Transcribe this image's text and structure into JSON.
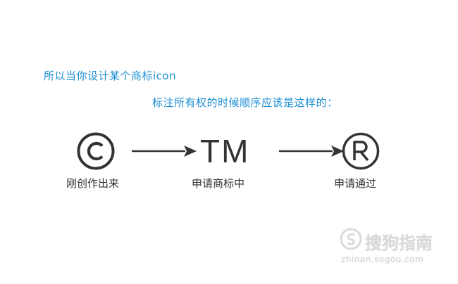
{
  "heading": {
    "line1": "所以当你设计某个商标icon",
    "line2": "标注所有权的时候顺序应该是这样的："
  },
  "stages": [
    {
      "symbol": "©",
      "label": "刚创作出来",
      "icon": "copyright-icon"
    },
    {
      "symbol": "TM",
      "label": "申请商标中",
      "icon": "trademark-icon"
    },
    {
      "symbol": "®",
      "label": "申请通过",
      "icon": "registered-icon"
    }
  ],
  "watermark": {
    "name": "搜狗指南",
    "url": "zhinan.sogou.com"
  },
  "colors": {
    "heading": "#1c8fd3",
    "symbol": "#333333",
    "watermark": "#bdbdbd"
  }
}
